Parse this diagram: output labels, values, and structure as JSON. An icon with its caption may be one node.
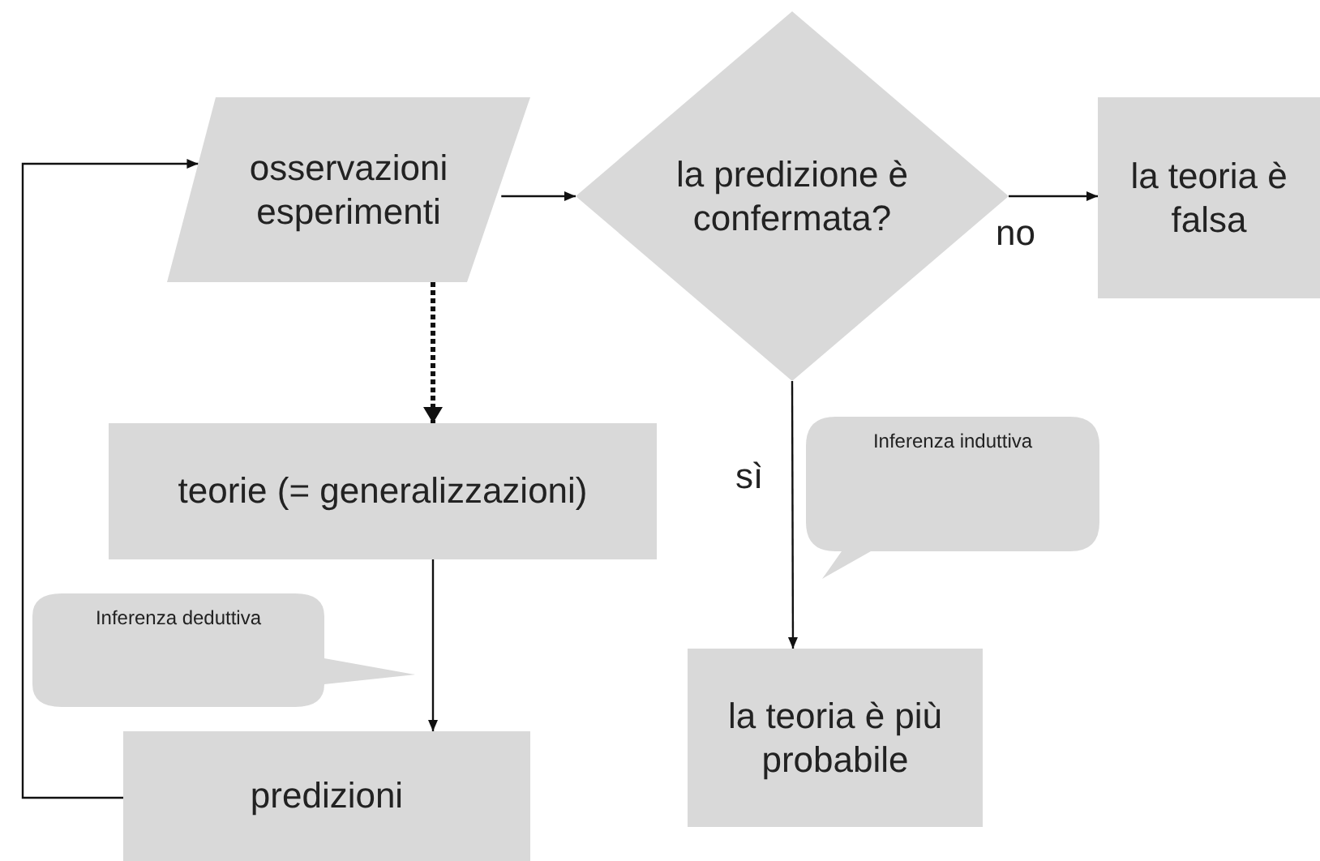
{
  "diagram": {
    "nodes": [
      {
        "text": [
          "osservazioni esperimenti"
        ]
      },
      {
        "text": [
          "la predizione è confermata?"
        ]
      },
      {
        "text": [
          "la teoria è falsa"
        ]
      },
      {
        "text": [
          "teorie (= generalizzazioni)"
        ]
      },
      {
        "text": [
          "Inferenza induttiva"
        ]
      },
      {
        "text": [
          "Inferenza deduttiva"
        ]
      },
      {
        "text": [
          "la teoria è più probabile"
        ]
      },
      {
        "text": [
          "predizioni"
        ]
      }
    ],
    "edges": [
      {
        "from": 0,
        "to": 1,
        "arrow": "to"
      },
      {
        "from": 1,
        "to": 2,
        "arrow": "to",
        "label": "no"
      },
      {
        "from": 0,
        "to": 3,
        "arrow": "to",
        "style": "dashed"
      },
      {
        "from": 1,
        "to": 6,
        "arrow": "to",
        "label": "sì"
      },
      {
        "from": 3,
        "to": 7,
        "arrow": "to"
      },
      {
        "from": 7,
        "to": 0,
        "arrow": "to"
      }
    ]
  }
}
